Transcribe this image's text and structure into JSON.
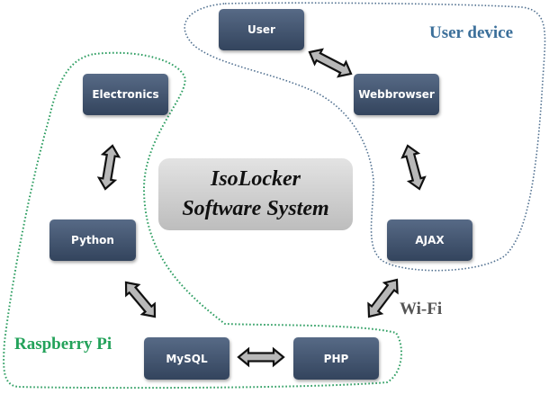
{
  "title": {
    "line1": "IsoLocker",
    "line2": "Software System"
  },
  "regions": {
    "user_device": {
      "label": "User device",
      "color": "#3b6f9a",
      "border_color": "#4f6f8f"
    },
    "raspberry_pi": {
      "label": "Raspberry Pi",
      "color": "#23a25a",
      "border_color": "#2e9e62"
    }
  },
  "connection_label": {
    "text": "Wi-Fi",
    "color": "#555555"
  },
  "nodes": {
    "user": "User",
    "webbrowser": "Webbrowser",
    "ajax": "AJAX",
    "electronics": "Electronics",
    "python": "Python",
    "mysql": "MySQL",
    "php": "PHP"
  },
  "edges": [
    {
      "from": "User",
      "to": "Webbrowser",
      "type": "bidirectional"
    },
    {
      "from": "Webbrowser",
      "to": "AJAX",
      "type": "bidirectional"
    },
    {
      "from": "AJAX",
      "to": "PHP",
      "type": "bidirectional",
      "label": "Wi-Fi"
    },
    {
      "from": "PHP",
      "to": "MySQL",
      "type": "bidirectional"
    },
    {
      "from": "MySQL",
      "to": "Python",
      "type": "bidirectional"
    },
    {
      "from": "Python",
      "to": "Electronics",
      "type": "bidirectional"
    }
  ],
  "colors": {
    "node_fill_top": "#576a86",
    "node_fill_bottom": "#33445d",
    "arrow_fill": "#b8b8b8",
    "arrow_stroke": "#111111",
    "center_fill": "#d0d0d0"
  }
}
